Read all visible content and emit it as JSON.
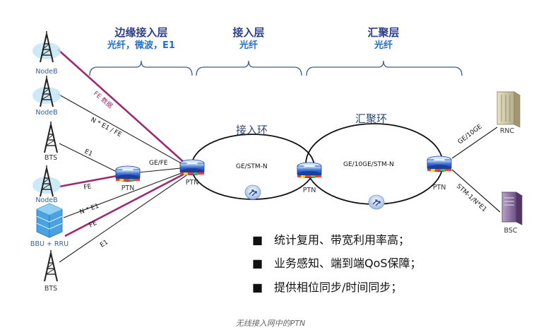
{
  "tiers": [
    {
      "title": "边缘接入层",
      "subtitle": "光纤，微波，E1"
    },
    {
      "title": "接入层",
      "subtitle": "光纤"
    },
    {
      "title": "汇聚层",
      "subtitle": "光纤"
    }
  ],
  "rings": {
    "access": {
      "title": "接入环",
      "inner_label": "GE/STM-N"
    },
    "aggregation": {
      "title": "汇聚环",
      "inner_label": "GE/10GE/STM-N"
    }
  },
  "nodes": {
    "left": [
      "NodeB",
      "NodeB",
      "BTS",
      "NodeB",
      "BBU + RRU",
      "BTS"
    ],
    "ptn_label": "PTN",
    "rnc": "RNC",
    "bsc": "BSC"
  },
  "links": {
    "fe_data": "FE 数据",
    "ne1_fe": "N * E1 / FE",
    "e1": "E1",
    "ge_fe": "GE/FE",
    "fe": "FE",
    "ne1": "N * E1",
    "ge_10ge": "GE/10GE",
    "stm1_ne1": "STM-1/N*E1"
  },
  "bullets": [
    "统计复用、带宽利用率高；",
    "业务感知、端到端QoS保障；",
    "提供相位同步/时间同步；"
  ],
  "bullet_symbol": "■",
  "caption": "无线接入网中的PTN",
  "colors": {
    "fe_line": "#9c2a73",
    "plain_line": "#222222",
    "bracket": "#3d5a92",
    "tier_title": "#2c3f8c",
    "tier_sub": "#1f6fd1",
    "ptn_body": "#3a6fd8"
  },
  "icons": {
    "tower": "tower-icon",
    "ptn": "ptn-router-icon",
    "bbu": "bbu-stack-icon",
    "rnc": "rnc-rack-icon",
    "bsc": "bsc-server-icon",
    "ring_arrow": "ring-direction-icon"
  }
}
